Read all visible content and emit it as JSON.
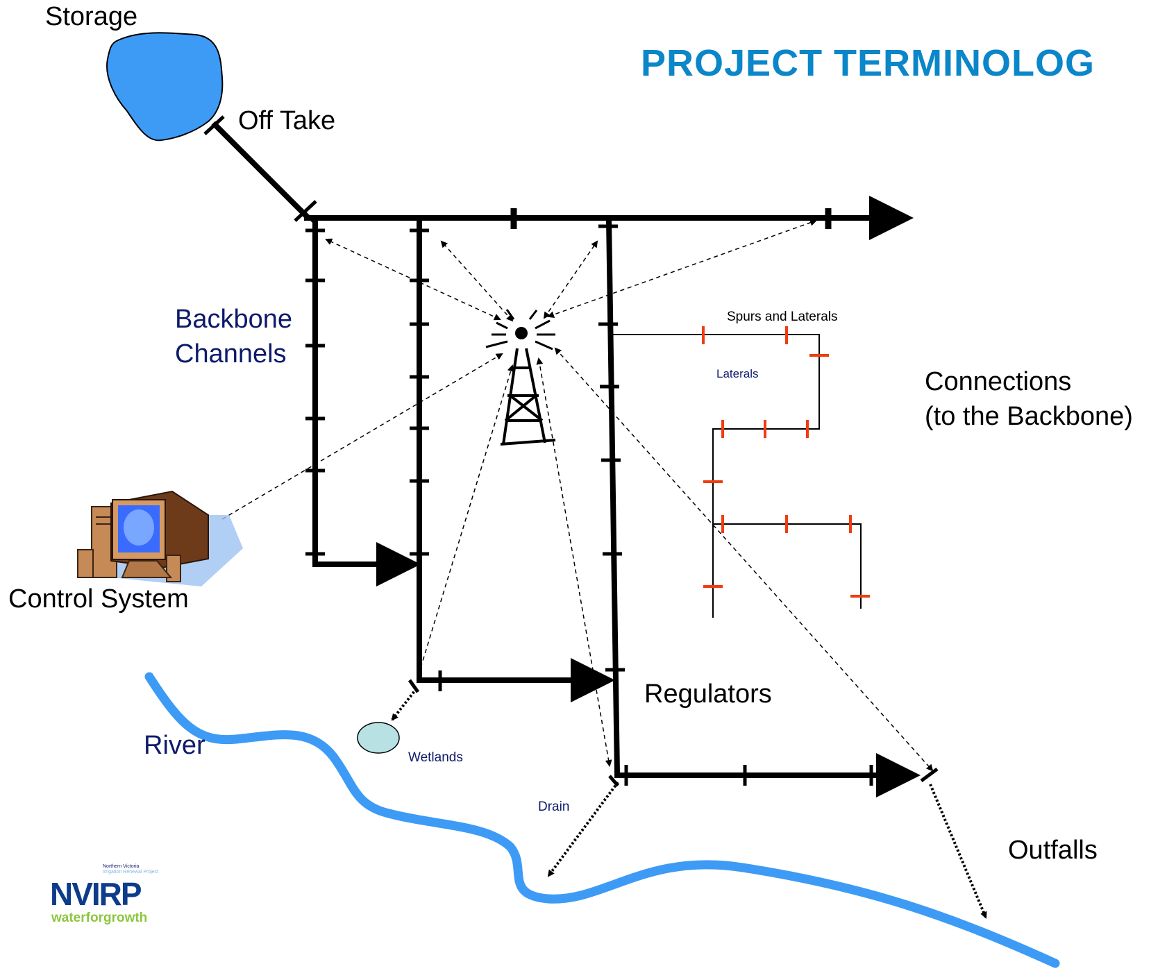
{
  "title": "PROJECT  TERMINOLOG",
  "labels": {
    "storage": "Storage",
    "off_take": "Off Take",
    "backbone_line1": "Backbone",
    "backbone_line2": "Channels",
    "spurs": "Spurs and Laterals",
    "laterals": "Laterals",
    "connections_line1": "Connections",
    "connections_line2": "(to the Backbone)",
    "control_system": "Control System",
    "regulators": "Regulators",
    "river": "River",
    "wetlands": "Wetlands",
    "drain": "Drain",
    "outfalls": "Outfalls"
  },
  "logo": {
    "small_text_1": "Northern Victoria",
    "small_text_2": "Irrigation Renewal Project",
    "brand": "NVIRP",
    "tagline": "waterforgrowth"
  },
  "colors": {
    "title": "#0a86c9",
    "water": "#3d9bf5",
    "label_navy": "#0d1a6b",
    "connection_red": "#f03c10",
    "wetland": "#b8e1e4"
  }
}
